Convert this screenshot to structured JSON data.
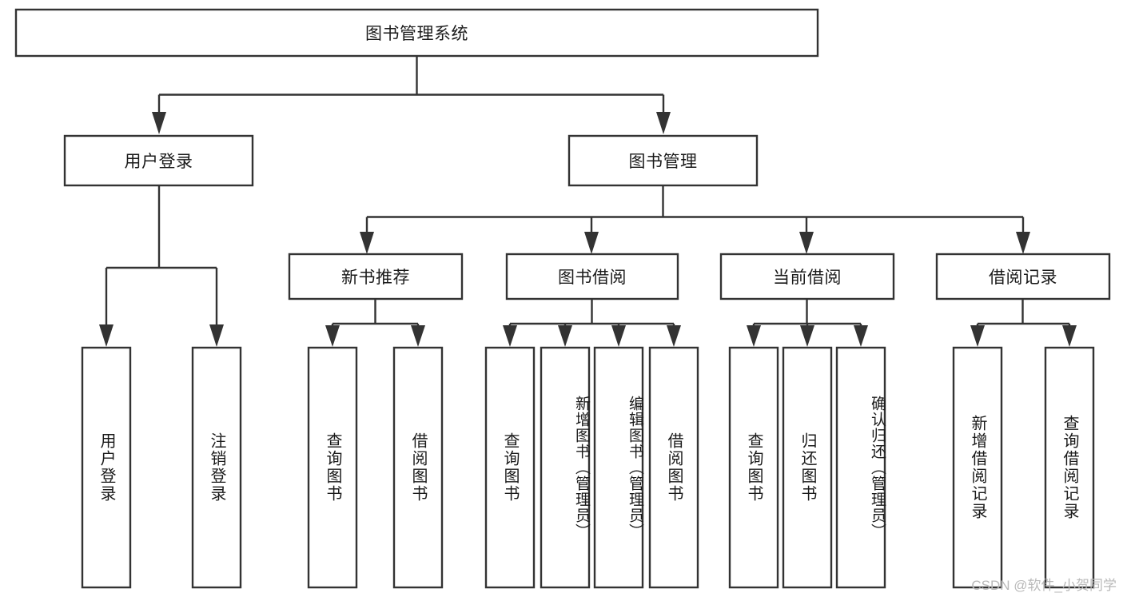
{
  "diagram": {
    "type": "tree-hierarchy",
    "title": "图书管理系统",
    "watermark": "CSDN @软件_小贺同学",
    "colors": {
      "stroke": "#333333",
      "fill": "#ffffff",
      "text": "#1a1a1a",
      "watermark": "#b9b9b9",
      "background": "#ffffff"
    },
    "levels": [
      {
        "level": 1,
        "nodes": [
          {
            "id": "root",
            "label": "图书管理系统",
            "orientation": "horizontal"
          }
        ]
      },
      {
        "level": 2,
        "nodes": [
          {
            "id": "login",
            "label": "用户登录",
            "orientation": "horizontal",
            "parent": "root"
          },
          {
            "id": "bookmgmt",
            "label": "图书管理",
            "orientation": "horizontal",
            "parent": "root"
          }
        ]
      },
      {
        "level": 3,
        "nodes": [
          {
            "id": "newbook",
            "label": "新书推荐",
            "orientation": "horizontal",
            "parent": "bookmgmt"
          },
          {
            "id": "borrow",
            "label": "图书借阅",
            "orientation": "horizontal",
            "parent": "bookmgmt"
          },
          {
            "id": "current",
            "label": "当前借阅",
            "orientation": "horizontal",
            "parent": "bookmgmt"
          },
          {
            "id": "record",
            "label": "借阅记录",
            "orientation": "horizontal",
            "parent": "bookmgmt"
          }
        ]
      },
      {
        "level": 4,
        "nodes": [
          {
            "id": "leaf-1",
            "label": "用户登录",
            "orientation": "vertical",
            "parent": "login"
          },
          {
            "id": "leaf-2",
            "label": "注销登录",
            "orientation": "vertical",
            "parent": "login"
          },
          {
            "id": "leaf-3",
            "label": "查询图书",
            "orientation": "vertical",
            "parent": "newbook"
          },
          {
            "id": "leaf-4",
            "label": "借阅图书",
            "orientation": "vertical",
            "parent": "newbook"
          },
          {
            "id": "leaf-5",
            "label": "查询图书",
            "orientation": "vertical",
            "parent": "borrow"
          },
          {
            "id": "leaf-6",
            "label": "新增图书（管理员）",
            "orientation": "vertical",
            "parent": "borrow"
          },
          {
            "id": "leaf-7",
            "label": "编辑图书（管理员）",
            "orientation": "vertical",
            "parent": "borrow"
          },
          {
            "id": "leaf-8",
            "label": "借阅图书",
            "orientation": "vertical",
            "parent": "borrow"
          },
          {
            "id": "leaf-9",
            "label": "查询图书",
            "orientation": "vertical",
            "parent": "current"
          },
          {
            "id": "leaf-10",
            "label": "归还图书",
            "orientation": "vertical",
            "parent": "current"
          },
          {
            "id": "leaf-11",
            "label": "确认归还（管理员）",
            "orientation": "vertical",
            "parent": "current"
          },
          {
            "id": "leaf-12",
            "label": "新增借阅记录",
            "orientation": "vertical",
            "parent": "record"
          },
          {
            "id": "leaf-13",
            "label": "查询借阅记录",
            "orientation": "vertical",
            "parent": "record"
          }
        ]
      }
    ]
  }
}
